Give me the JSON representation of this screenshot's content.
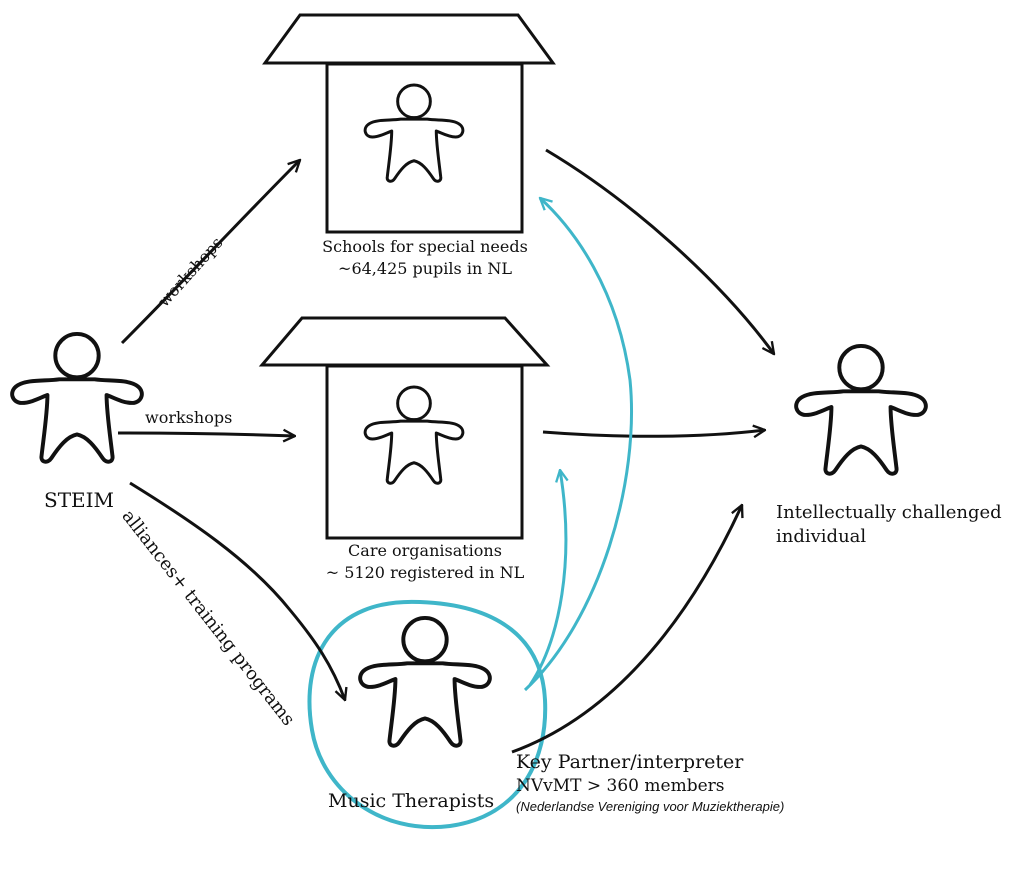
{
  "colors": {
    "ink": "#111111",
    "accent": "#3fb6c9"
  },
  "nodes": {
    "steim": {
      "label": "STEIM"
    },
    "schools": {
      "line1": "Schools for special needs",
      "line2": "~64,425 pupils in NL"
    },
    "care": {
      "line1": "Care organisations",
      "line2": "~ 5120 registered in NL"
    },
    "individual": {
      "line1": "Intellectually challenged",
      "line2": "individual"
    },
    "therapists": {
      "label": "Music Therapists",
      "role": "Key Partner/interpreter",
      "members": "NVvMT > 360 members",
      "org": "(Nederlandse Vereniging voor Muziektherapie)"
    }
  },
  "edges": {
    "steim_to_schools": "workshops",
    "steim_to_care": "workshops",
    "steim_to_therapists": "alliances+ training programs"
  }
}
